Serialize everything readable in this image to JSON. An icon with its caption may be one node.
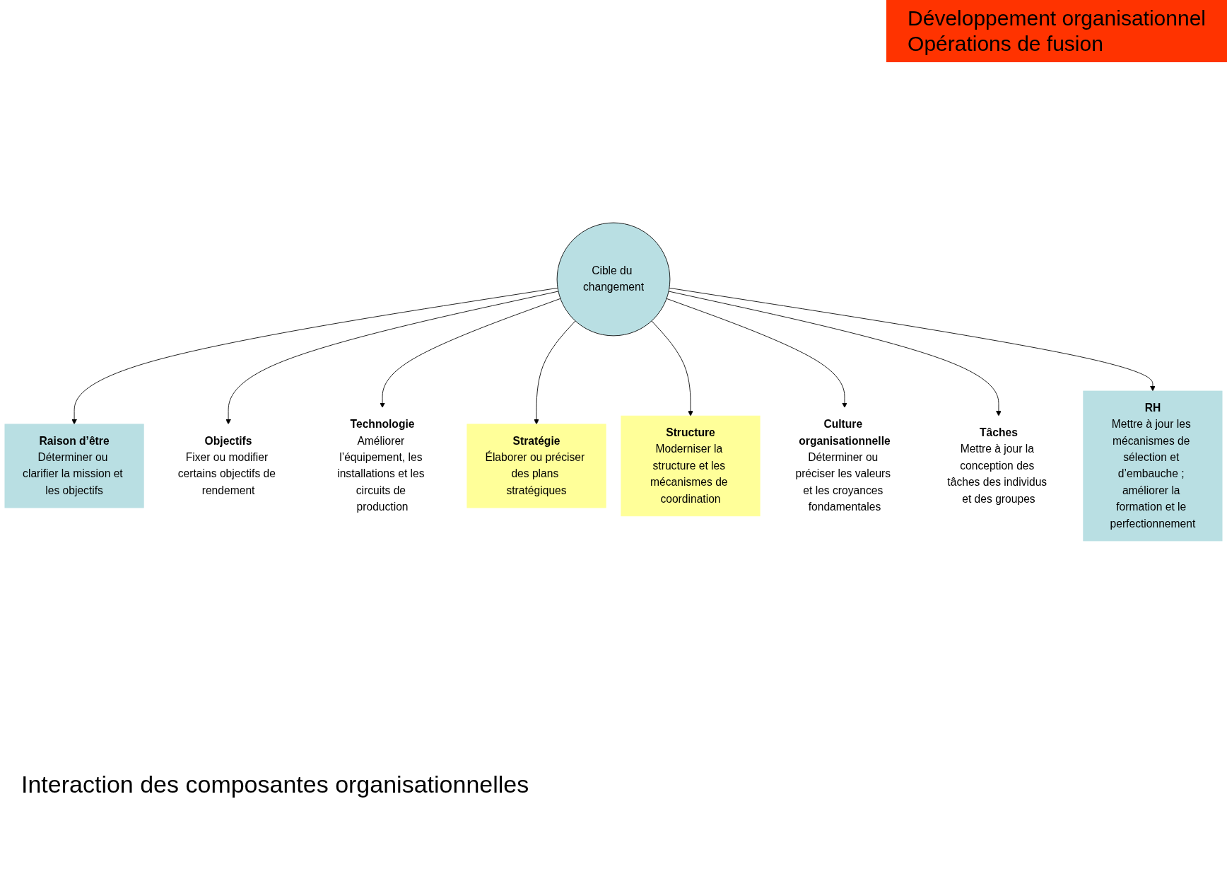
{
  "diagram": {
    "nodes": [
      {
        "text": [
          "Raison d’être",
          "Déterminer ou clarifier la mission et les objectifs"
        ]
      },
      {
        "text": [
          "Objectifs",
          "Fixer ou modifier certains objectifs de rendement"
        ]
      },
      {
        "text": [
          "Technologie",
          "Améliorer l’équipement, les installations et les circuits de production"
        ]
      },
      {
        "text": [
          "Stratégie",
          "Élaborer ou préciser des plans stratégiques"
        ]
      },
      {
        "text": [
          "Cible du changement"
        ]
      },
      {
        "text": [
          "Structure",
          "Moderniser la structure et les mécanismes de coordination"
        ]
      },
      {
        "text": [
          "Culture organisationnelle",
          "Déterminer ou préciser les valeurs et les croyances fondamentales"
        ]
      },
      {
        "text": [
          "Tâches",
          "Mettre à jour la conception des tâches des individus et des groupes"
        ]
      },
      {
        "text": [
          "RH",
          "Mettre à jour les mécanismes de sélection et d’embauche ; améliorer la formation et le perfectionnement"
        ]
      },
      {
        "text": [
          "Développement organisationnel",
          "Opérations de fusion"
        ]
      }
    ],
    "edges": [
      {
        "from": 4,
        "to": 0,
        "arrow": "to"
      },
      {
        "from": 4,
        "to": 1,
        "arrow": "to"
      },
      {
        "from": 4,
        "to": 2,
        "arrow": "to"
      },
      {
        "from": 4,
        "to": 3,
        "arrow": "to"
      },
      {
        "from": 4,
        "to": 5,
        "arrow": "to"
      },
      {
        "from": 4,
        "to": 6,
        "arrow": "to"
      },
      {
        "from": 4,
        "to": 7,
        "arrow": "to"
      },
      {
        "from": 4,
        "to": 8,
        "arrow": "to"
      }
    ],
    "labels": [
      "Interaction des composantes organisationnelles"
    ]
  }
}
